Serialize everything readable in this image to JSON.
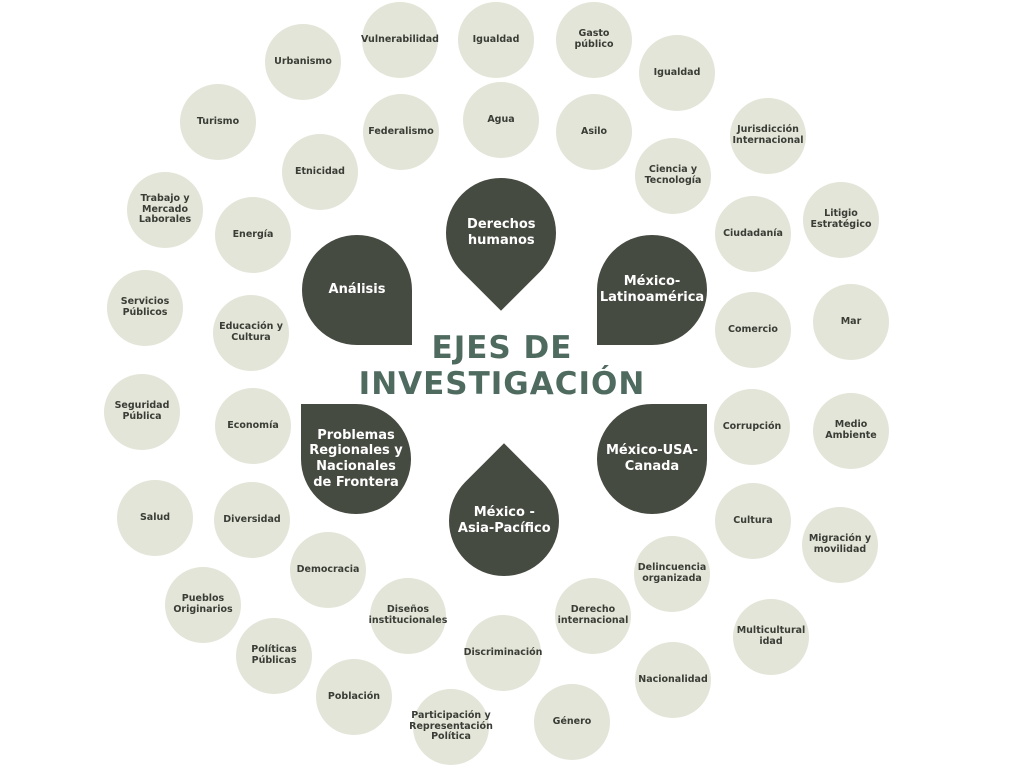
{
  "title": [
    "EJES DE",
    "INVESTIGACIÓN"
  ],
  "axes": [
    {
      "id": "derechos",
      "label": "Derechos humanos"
    },
    {
      "id": "analisis",
      "label": "Análisis"
    },
    {
      "id": "mexlat",
      "label": "México-Latinoamérica"
    },
    {
      "id": "problemas",
      "label": "Problemas Regionales y Nacionales de Frontera"
    },
    {
      "id": "mexusa",
      "label": "México-USA-Canada"
    },
    {
      "id": "mexasia",
      "label": "México - Asia-Pacífico"
    }
  ],
  "topics": [
    "Vulnerabilidad",
    "Igualdad",
    "Gasto público",
    "Igualdad",
    "Urbanismo",
    "Federalismo",
    "Agua",
    "Asilo",
    "Turismo",
    "Etnicidad",
    "Ciencia y Tecnología",
    "Jurisdicción Internacional",
    "Trabajo y Mercado Laborales",
    "Energía",
    "Ciudadanía",
    "Litigio Estratégico",
    "Servicios Públicos",
    "Educación y Cultura",
    "Comercio",
    "Mar",
    "Seguridad Pública",
    "Economía",
    "Corrupción",
    "Medio Ambiente",
    "Salud",
    "Diversidad",
    "Cultura",
    "Migración y movilidad",
    "Democracia",
    "Delincuencia organizada",
    "Pueblos Originarios",
    "Diseños institucionales",
    "Derecho internacional",
    "Multicultural idad",
    "Políticas Públicas",
    "Discriminación",
    "Nacionalidad",
    "Población",
    "Participación y Representación Política",
    "Género"
  ]
}
